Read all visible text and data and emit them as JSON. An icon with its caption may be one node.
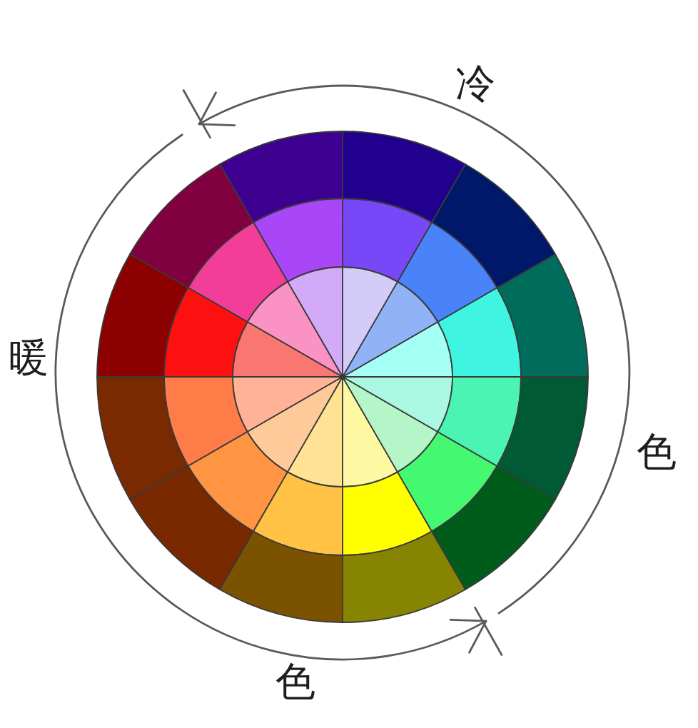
{
  "diagram": {
    "labels": [
      "冷",
      "暖",
      "色",
      "色"
    ]
  }
}
